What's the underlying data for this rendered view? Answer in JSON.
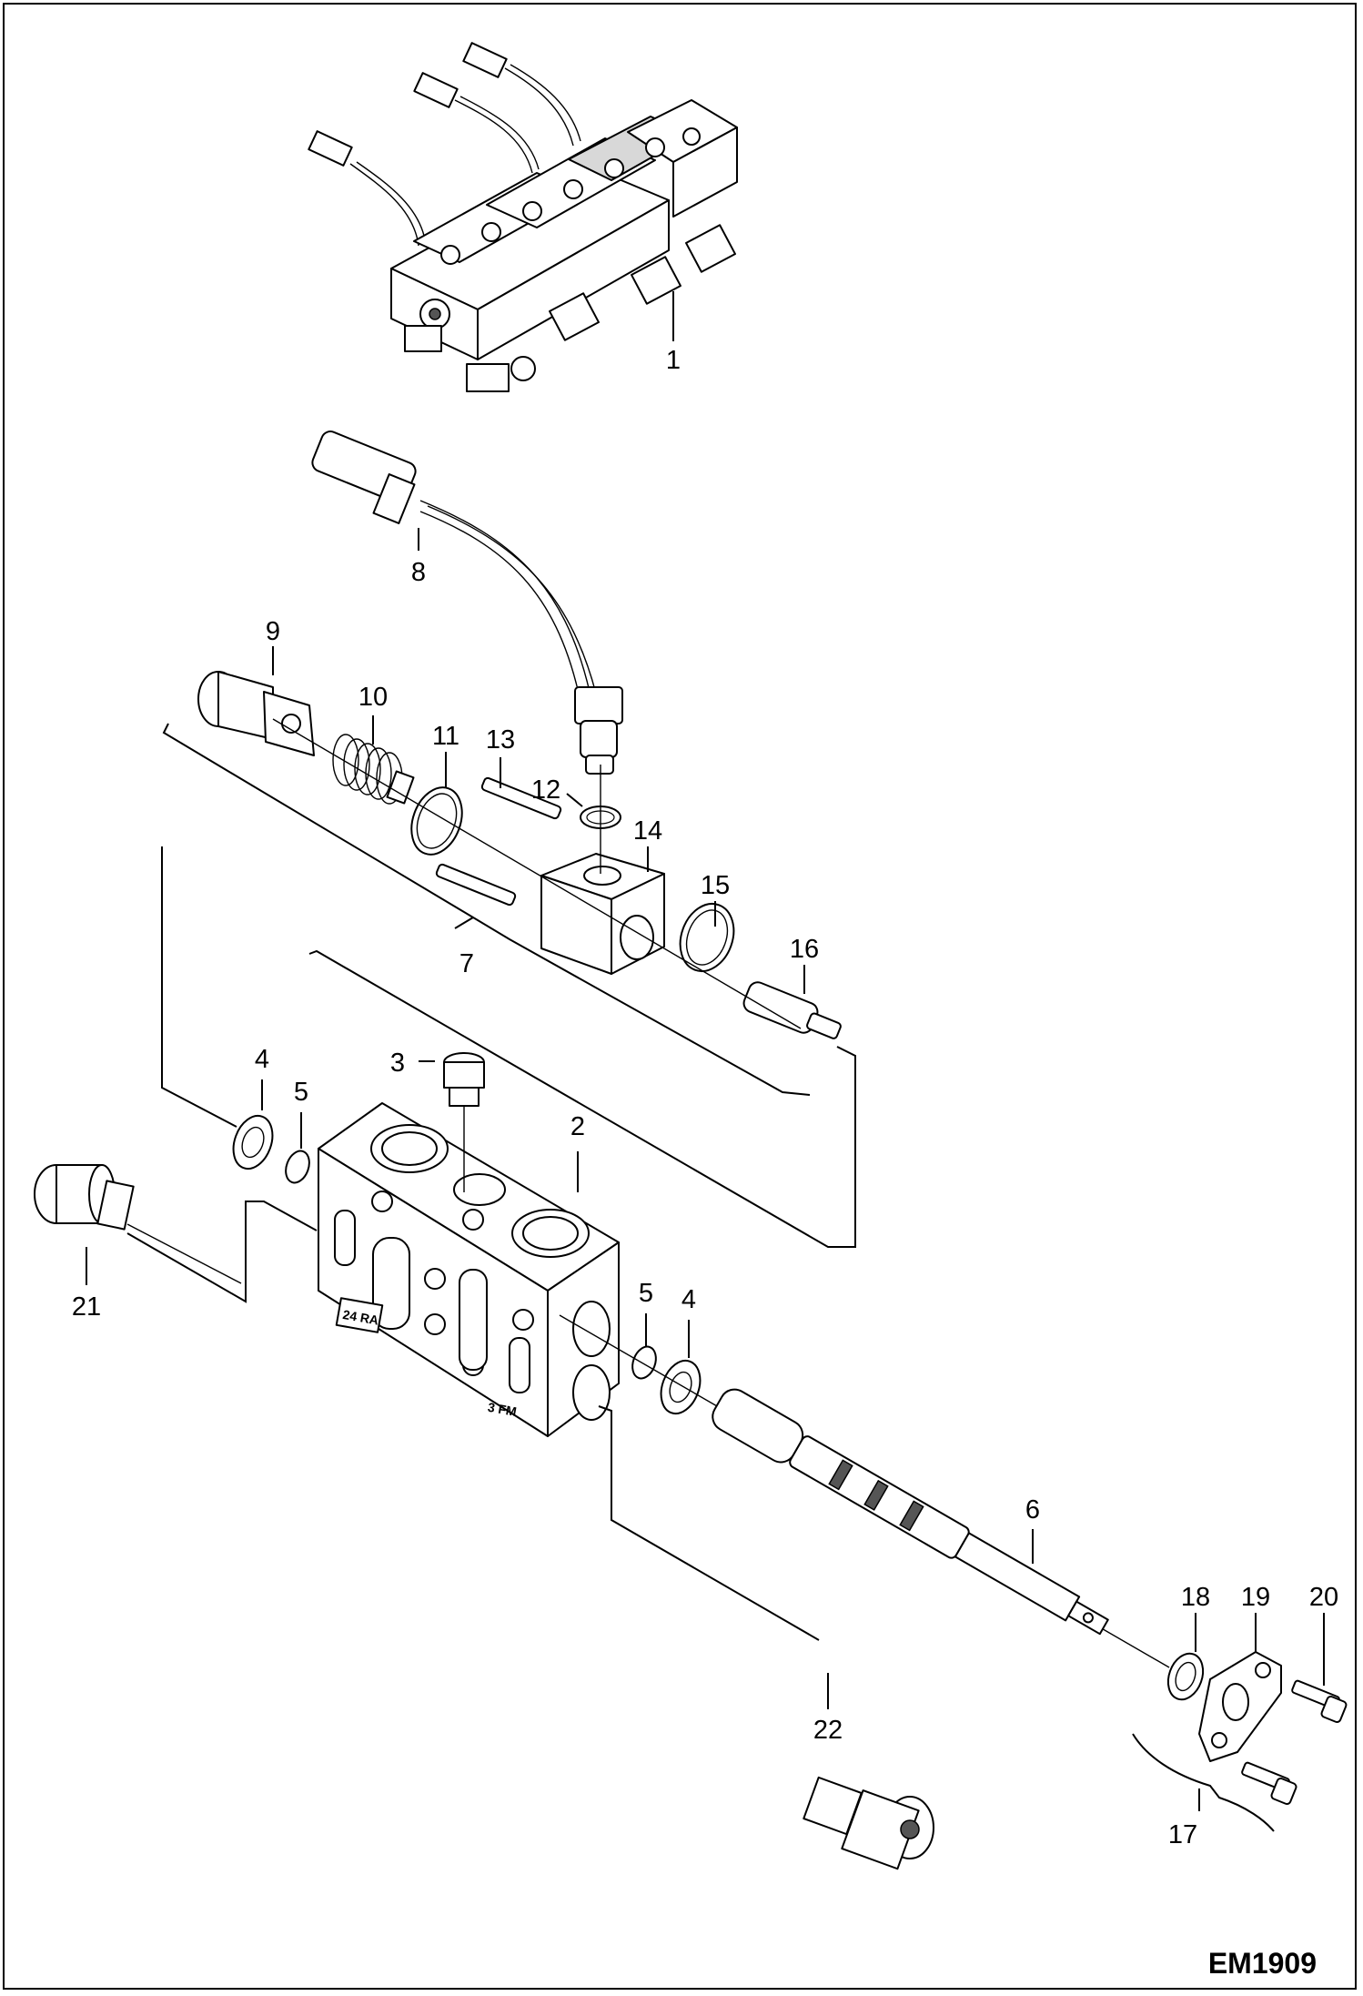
{
  "callouts": [
    {
      "id": "1",
      "text": "1"
    },
    {
      "id": "2",
      "text": "2"
    },
    {
      "id": "3",
      "text": "3"
    },
    {
      "id": "4a",
      "text": "4"
    },
    {
      "id": "4b",
      "text": "4"
    },
    {
      "id": "5a",
      "text": "5"
    },
    {
      "id": "5b",
      "text": "5"
    },
    {
      "id": "6",
      "text": "6"
    },
    {
      "id": "7",
      "text": "7"
    },
    {
      "id": "8",
      "text": "8"
    },
    {
      "id": "9",
      "text": "9"
    },
    {
      "id": "10",
      "text": "10"
    },
    {
      "id": "11",
      "text": "11"
    },
    {
      "id": "12",
      "text": "12"
    },
    {
      "id": "13",
      "text": "13"
    },
    {
      "id": "14",
      "text": "14"
    },
    {
      "id": "15",
      "text": "15"
    },
    {
      "id": "16",
      "text": "16"
    },
    {
      "id": "17",
      "text": "17"
    },
    {
      "id": "18",
      "text": "18"
    },
    {
      "id": "19",
      "text": "19"
    },
    {
      "id": "20",
      "text": "20"
    },
    {
      "id": "21",
      "text": "21"
    },
    {
      "id": "22",
      "text": "22"
    }
  ],
  "body_stamps": {
    "stamp_main": "24 RA",
    "stamp_small": "3 FM"
  },
  "figure_code": "EM1909"
}
